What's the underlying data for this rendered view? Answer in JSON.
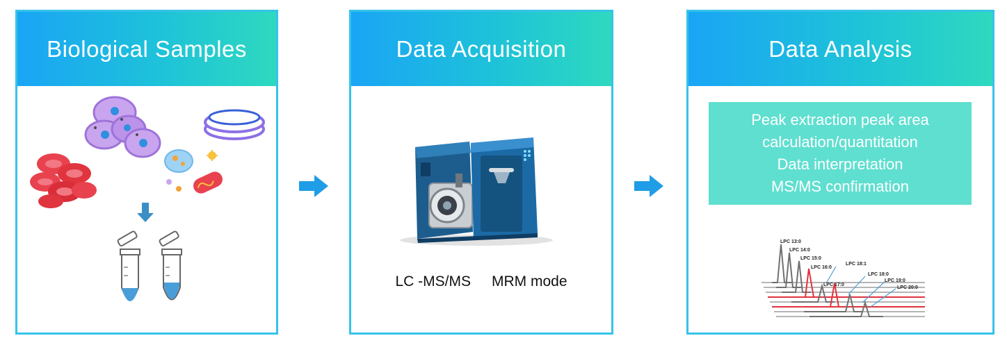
{
  "panels": [
    {
      "title": "Biological Samples"
    },
    {
      "title": "Data Acquisition",
      "mode_left": "LC -MS/MS",
      "mode_right": "MRM mode"
    },
    {
      "title": "Data Analysis",
      "analysis_lines": [
        "Peak extraction peak area",
        "calculation/quantitation",
        "Data interpretation",
        "MS/MS confirmation"
      ],
      "chromatogram_labels": [
        "LPC 13:0",
        "LPC 14:0",
        "LPC 15:0",
        "LPC 16:0",
        "LPC 17:0",
        "LPC 18:1",
        "LPC 18:0",
        "LPC 19:0",
        "LPC 20:0"
      ]
    }
  ],
  "colors": {
    "accent_border": "#36c3e8",
    "header_start": "#1aa5f5",
    "header_end": "#2ed9bf",
    "arrow": "#1f9de6",
    "analysis_box": "#5fdfd0",
    "highlight_trace": "#e0323c"
  },
  "icons": [
    "cells-icon",
    "petri-dish-icon",
    "red-blood-cells-icon",
    "bacteria-icon",
    "down-arrow-icon",
    "microtubes-icon",
    "mass-spectrometer-icon",
    "right-arrow-icon",
    "chromatogram-icon"
  ]
}
